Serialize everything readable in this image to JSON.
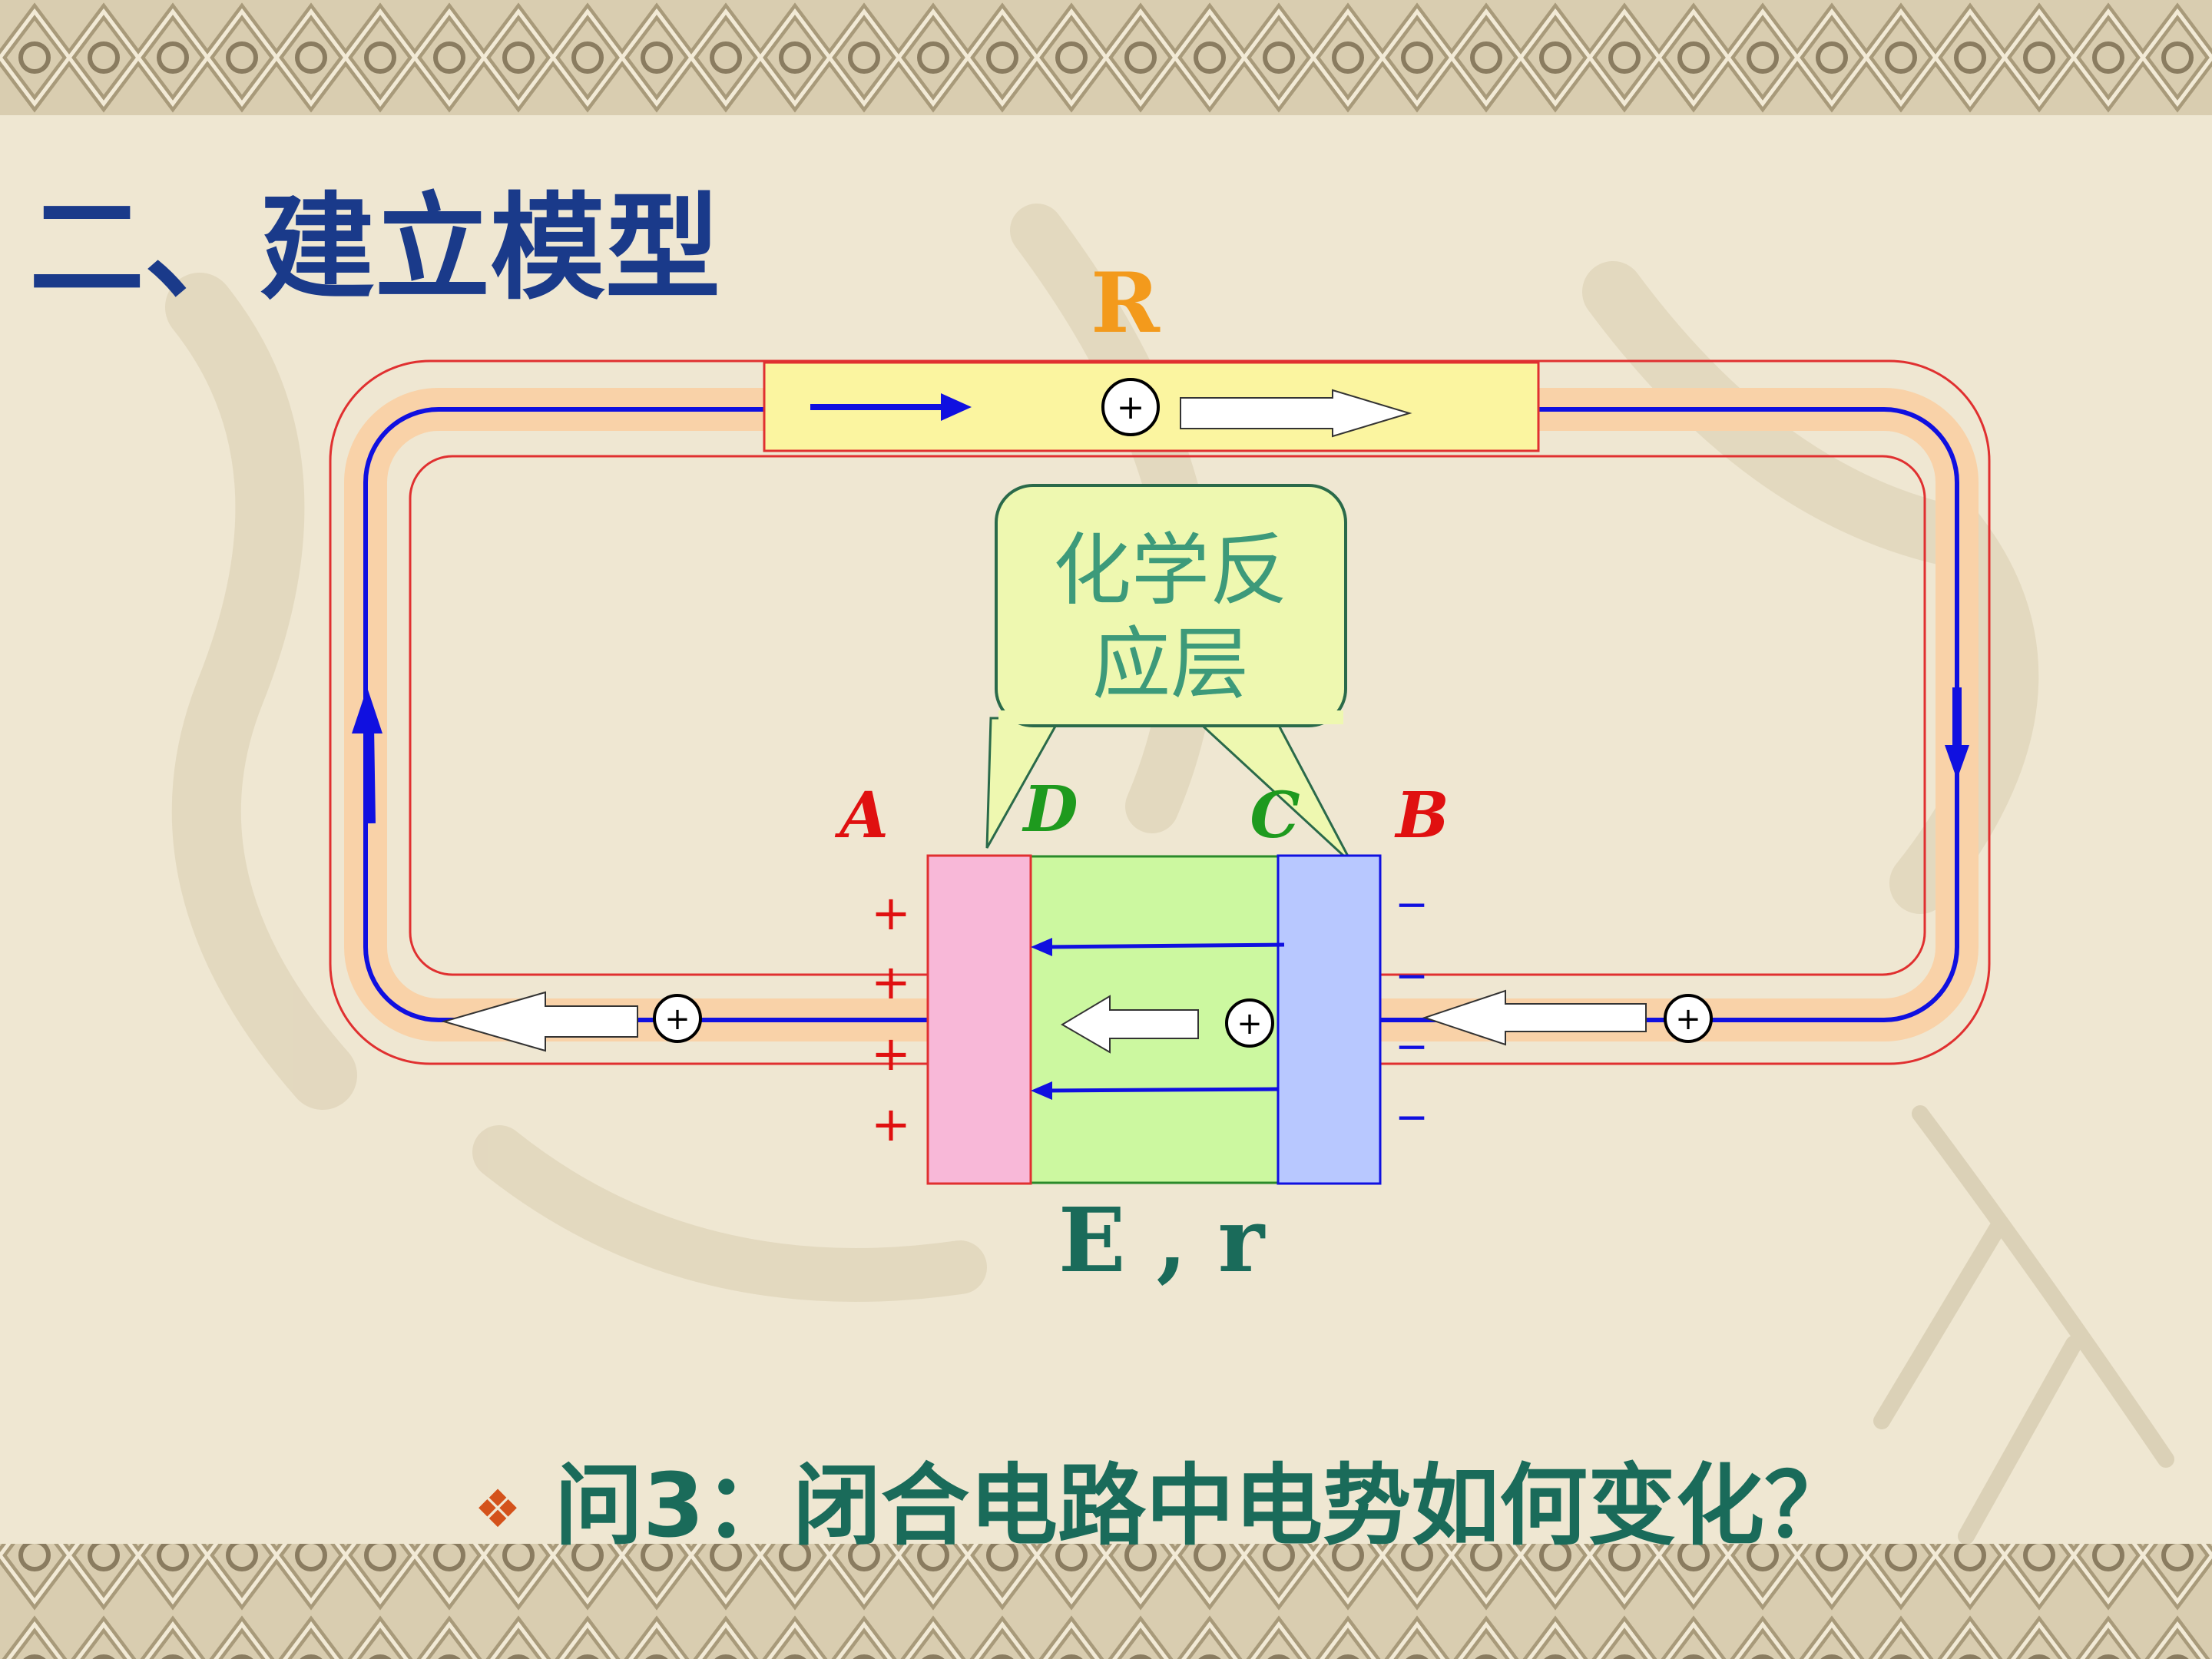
{
  "slide": {
    "title": "二、建立模型",
    "resistor_label": "R",
    "callout_text_line1": "化学反",
    "callout_text_line2": "应层",
    "label_A": "A",
    "label_B": "B",
    "label_C": "C",
    "label_D": "D",
    "battery_label": "E , r",
    "charge_symbol": "+",
    "plus_sign": "+",
    "minus_sign": "−",
    "question_bullet": "❖",
    "question": "问3：闭合电路中电势如何变化？"
  },
  "colors": {
    "title": "#1a3a8a",
    "resistor_label": "#f39a1c",
    "label_red": "#e01010",
    "label_green": "#1e9a1e",
    "teal_text": "#1a6b5a",
    "bullet": "#d4521b",
    "wire": "#1010e0",
    "band": "#f9d2a8",
    "outline": "#e03030",
    "resistor_fill": "#fbf5a0",
    "callout_fill": "#eef8b0",
    "callout_text": "#3d9a7a",
    "plate_A": "#f8b8d8",
    "plate_B": "#b8c8ff",
    "electrolyte": "#ccf8a0"
  }
}
